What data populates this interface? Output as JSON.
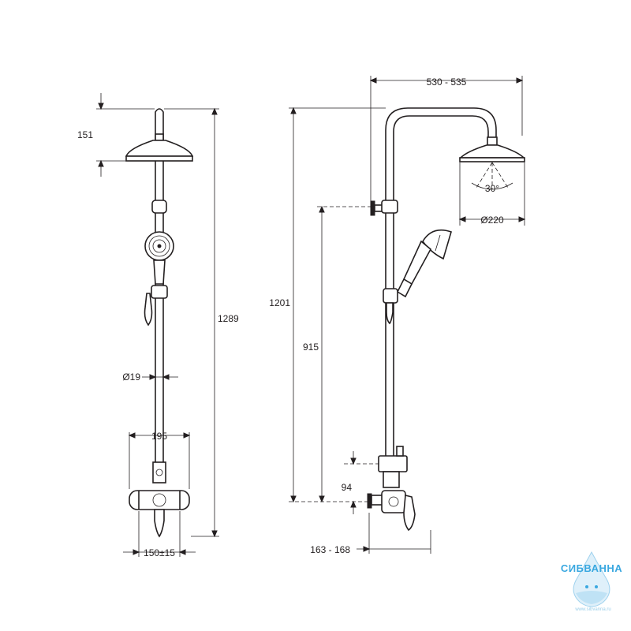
{
  "dimensions": {
    "front": {
      "top_height": "151",
      "total_height": "1289",
      "pipe_diameter": "Ø19",
      "handle_width": "195",
      "inlet_spacing": "150±15"
    },
    "side": {
      "arm_reach": "530 - 535",
      "total_height": "1201",
      "holder_height": "915",
      "spray_angle": "30°",
      "head_diameter": "Ø220",
      "mixer_height": "94",
      "wall_offset": "163 - 168"
    }
  },
  "logo": {
    "brand": "СИБВАННА",
    "url": "www.sibvanna.ru"
  },
  "colors": {
    "line": "#231f20",
    "logo": "#3aa8e0"
  }
}
